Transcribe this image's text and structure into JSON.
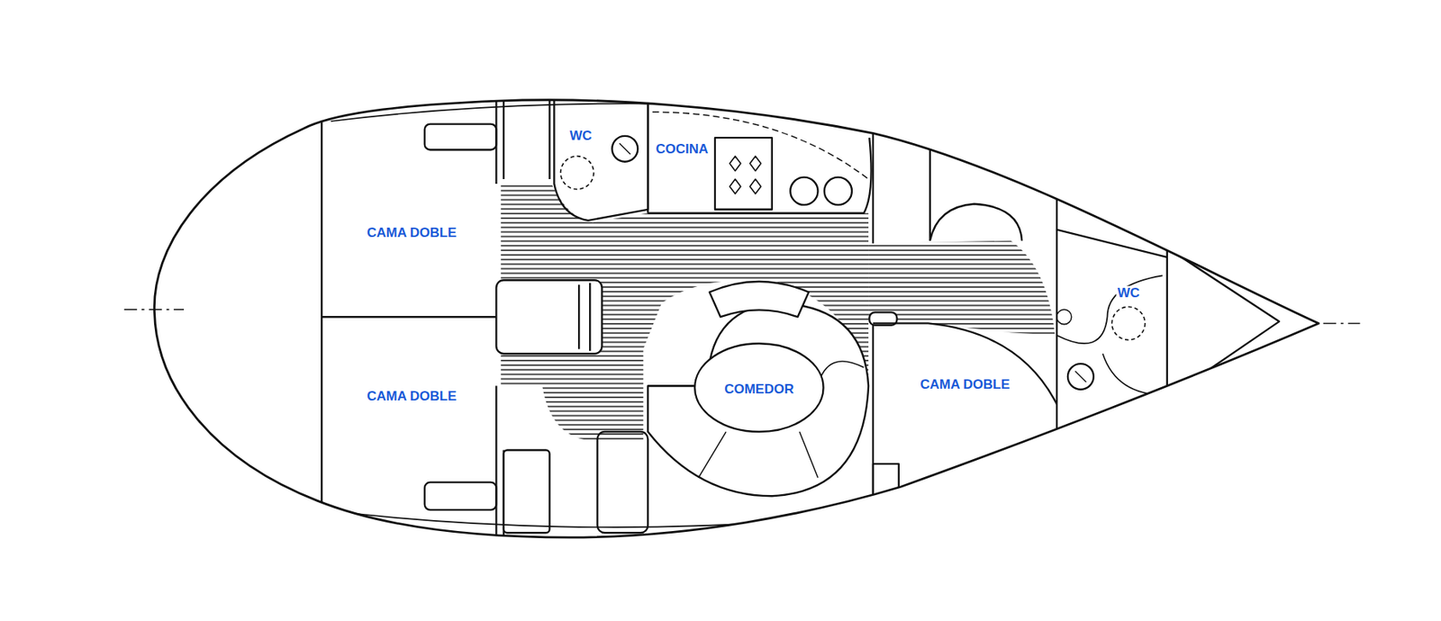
{
  "diagram": {
    "labels": [
      "WC",
      "COCINA",
      "CAMA DOBLE",
      "CAMA DOBLE",
      "WC",
      "COMEDOR",
      "CAMA DOBLE"
    ]
  }
}
